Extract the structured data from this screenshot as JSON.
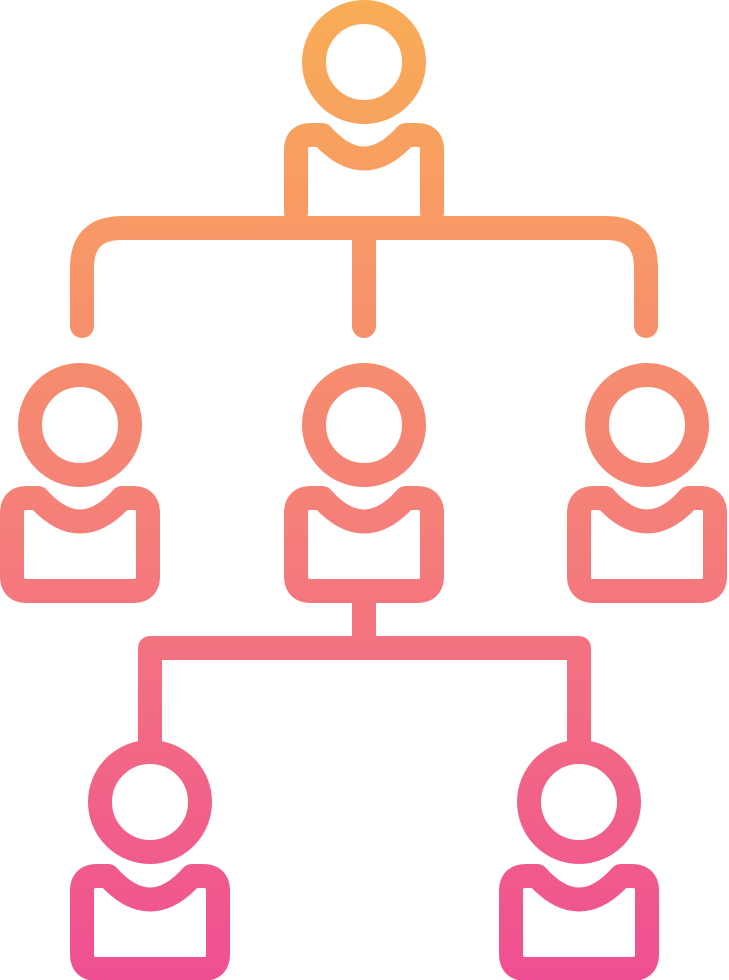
{
  "icon": {
    "name": "organization-hierarchy-icon",
    "gradient": {
      "top": "#f9ad56",
      "middle": "#f58277",
      "bottom": "#ef4f92"
    },
    "tiers": [
      {
        "tier": 1,
        "people": 1
      },
      {
        "tier": 2,
        "people": 3
      },
      {
        "tier": 3,
        "people": 2
      }
    ]
  }
}
